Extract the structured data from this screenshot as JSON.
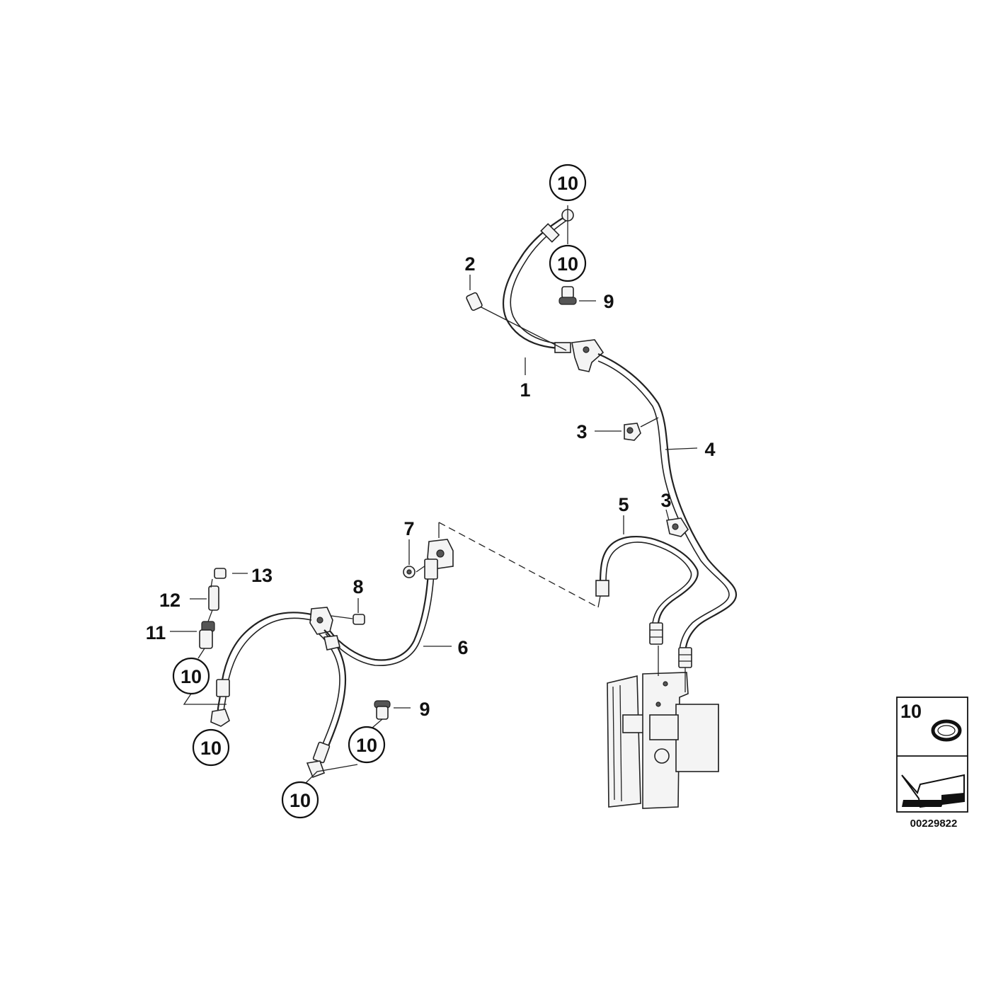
{
  "callouts": [
    "1",
    "2",
    "3",
    "4",
    "5",
    "6",
    "7",
    "8",
    "9",
    "10",
    "11",
    "12",
    "13"
  ],
  "circled_callout": "10",
  "legend": {
    "label": "10"
  },
  "drawing_number": "00229822"
}
